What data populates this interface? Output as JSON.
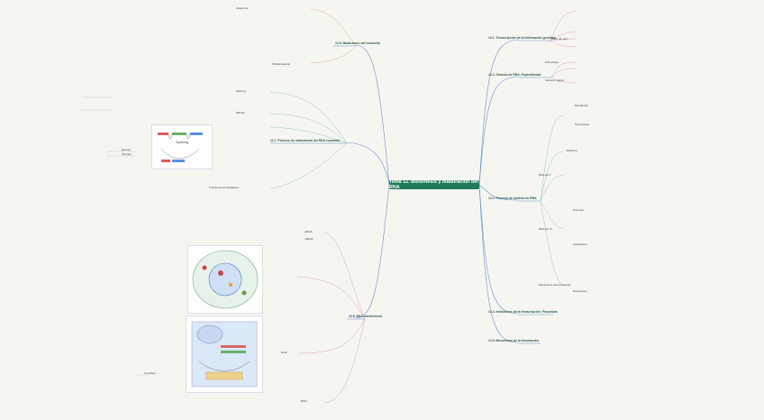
{
  "central": "Tema 12. Biosíntesis y maduración del RNA",
  "right_topics": [
    {
      "title": "12.1. Transcripción de la información genética"
    },
    {
      "title": "12.2. Síntesis de RNA. Especificidad"
    },
    {
      "title": "12.3. Proceso de síntesis de RNA"
    },
    {
      "title": "12.4. Inhibidores de la transcripción. Procariota"
    },
    {
      "title": "12.5. Mecanismo de la terminación"
    }
  ],
  "left_topics": [
    {
      "title": "12.6. Maduración del transcrito"
    },
    {
      "title": "12.7. Proceso de maduración del RNA eucariota"
    },
    {
      "title": "12.8. RNA interferencia"
    }
  ],
  "right_texts": [
    "Parte del gen",
    "Polimerasa",
    "Factores sigma",
    "Elongación",
    "Iniciación",
    "Terminación",
    "RNA pol II",
    "RNA pol III",
    "Mecanismo de terminación",
    "Promotor",
    "Activadores",
    "Represores"
  ],
  "left_texts": [
    "Caperuza",
    "Poliadenilación",
    "Splicing",
    "Edición",
    "Exones",
    "Intrones",
    "Transporte al citoplasma",
    "siRNA",
    "miRNA",
    "Dicer",
    "RISC",
    "Complejo"
  ],
  "image_labels": [
    "Splicing"
  ]
}
